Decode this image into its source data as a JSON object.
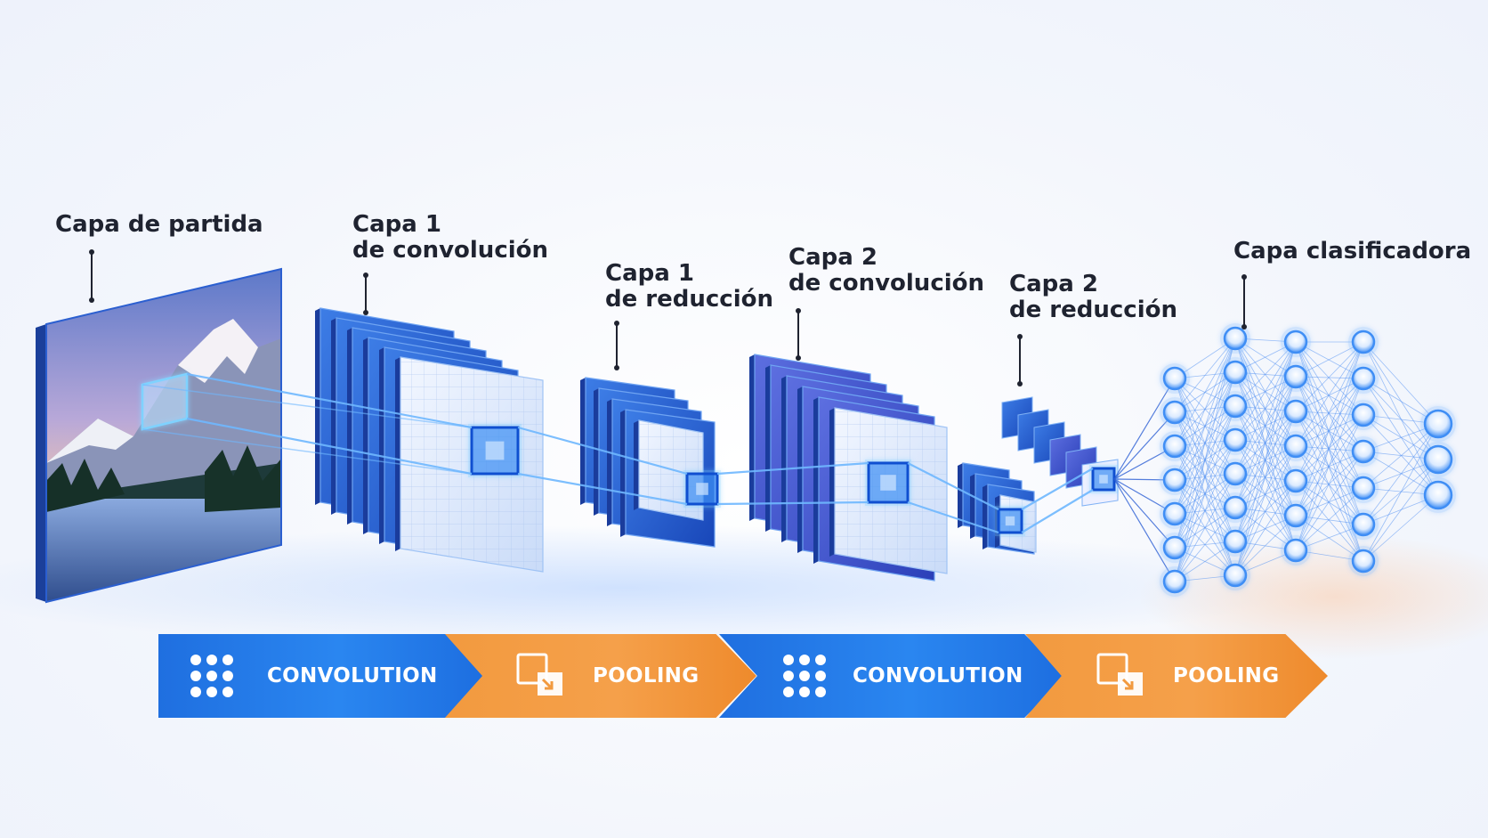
{
  "layers": [
    {
      "id": "input",
      "lines": [
        "Capa de partida"
      ]
    },
    {
      "id": "conv1",
      "lines": [
        "Capa 1",
        "de convolución"
      ]
    },
    {
      "id": "pool1",
      "lines": [
        "Capa 1",
        "de reducción"
      ]
    },
    {
      "id": "conv2",
      "lines": [
        "Capa 2",
        "de convolución"
      ]
    },
    {
      "id": "pool2",
      "lines": [
        "Capa 2",
        "de reducción"
      ]
    },
    {
      "id": "classifier",
      "lines": [
        "Capa clasificadora"
      ]
    }
  ],
  "stages": [
    {
      "label": "CONVOLUTION",
      "kind": "convolution",
      "icon": "dot-grid-icon"
    },
    {
      "label": "POOLING",
      "kind": "pooling",
      "icon": "pooling-window-icon"
    },
    {
      "label": "CONVOLUTION",
      "kind": "convolution",
      "icon": "dot-grid-icon"
    },
    {
      "label": "POOLING",
      "kind": "pooling",
      "icon": "pooling-window-icon"
    }
  ],
  "colors": {
    "convolution": "#2a7ee8",
    "pooling": "#f39a42",
    "map_dark": "#1e55c8",
    "map_light": "#dfe9fb",
    "neuron": "#3f8ef5",
    "link": "#6fb8ff"
  },
  "network": {
    "columns": [
      7,
      8,
      7,
      7,
      3
    ]
  }
}
